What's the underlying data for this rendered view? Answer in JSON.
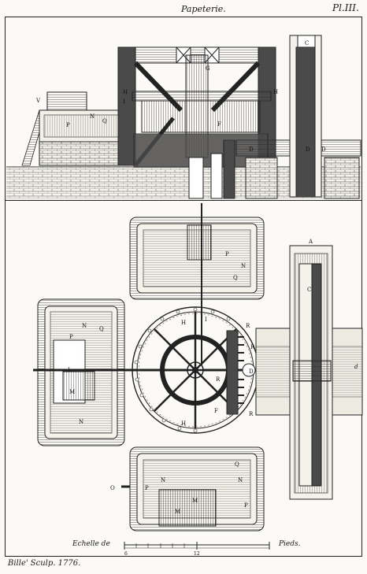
{
  "header": {
    "title": "Papeterie.",
    "plate_number": "Pl.III."
  },
  "scale": {
    "left_label": "Echelle de",
    "right_label": "Pieds.",
    "ticks": [
      "6",
      "12"
    ]
  },
  "signature": "Bille' Sculp. 1776.",
  "labels": {
    "upper": [
      "C",
      "G",
      "H",
      "I",
      "H",
      "V",
      "N",
      "Q",
      "P",
      "F",
      "D",
      "D",
      "D"
    ],
    "lower": [
      "A",
      "C",
      "P",
      "N",
      "Q",
      "N",
      "Q",
      "P",
      "L",
      "M",
      "N",
      "H",
      "I",
      "R",
      "R",
      "D",
      "R",
      "F",
      "H",
      "R",
      "d",
      "O",
      "Q",
      "N",
      "N",
      "P",
      "M",
      "M",
      "P"
    ]
  }
}
